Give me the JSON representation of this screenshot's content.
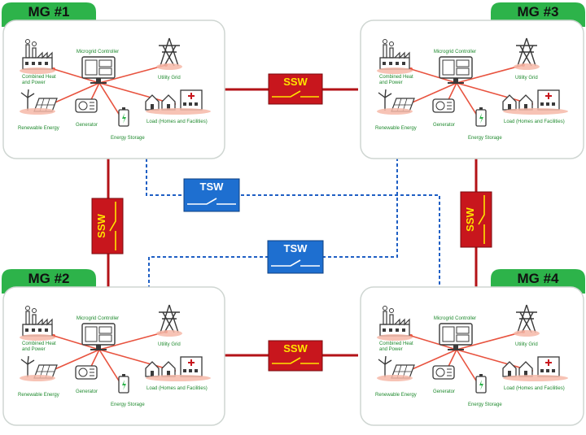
{
  "colors": {
    "mg_tab": "#2db34a",
    "panel_border": "#cfd6d2",
    "ssw_fill": "#c8161d",
    "ssw_text": "#ffe400",
    "tsw_fill": "#1e6fd0",
    "tsw_text": "#ffffff",
    "ssw_line": "#b31217",
    "tsw_line": "#1f5fc4",
    "spoke": "#e8533f",
    "icon": "#3a3a3a",
    "label": "#1f8a2e"
  },
  "microgrids": [
    {
      "id": "mg1",
      "tab": "MG #1"
    },
    {
      "id": "mg2",
      "tab": "MG #2"
    },
    {
      "id": "mg3",
      "tab": "MG #3"
    },
    {
      "id": "mg4",
      "tab": "MG #4"
    }
  ],
  "components": {
    "controller": "Microgrid Controller",
    "chp": "Combined Heat and Power",
    "chp_line1": "Combined Heat",
    "chp_line2": "and Power",
    "utility": "Utility Grid",
    "renewable": "Renewable Energy",
    "generator": "Generator",
    "storage": "Energy Storage",
    "load": "Load (Homes and Facilities)"
  },
  "switches": {
    "ssw_label": "SSW",
    "tsw_label": "TSW"
  }
}
